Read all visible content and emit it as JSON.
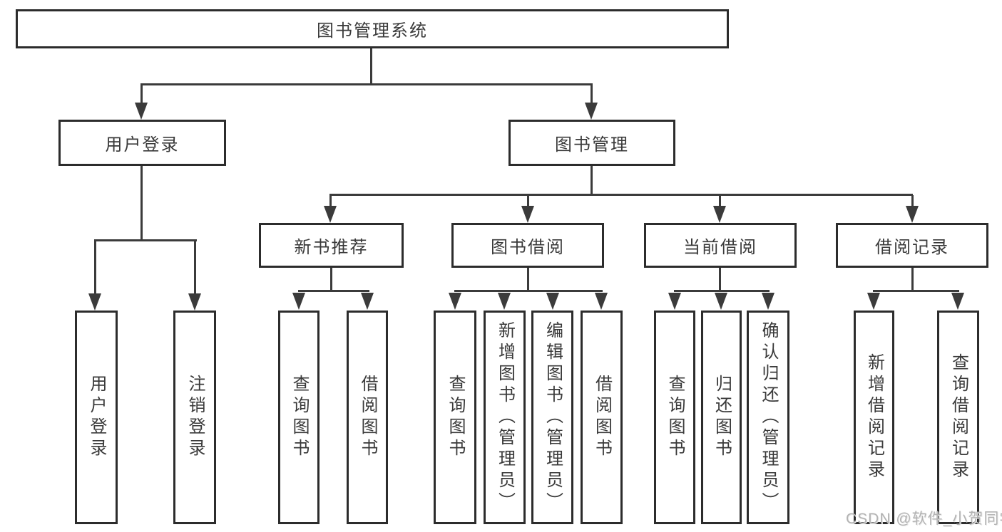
{
  "diagram": {
    "root": {
      "label": "图书管理系统"
    },
    "branches": [
      {
        "label": "用户登录",
        "children": [
          {
            "label": "用户登录"
          },
          {
            "label": "注销登录"
          }
        ]
      },
      {
        "label": "图书管理",
        "children": [
          {
            "label": "新书推荐",
            "children": [
              {
                "label": "查询图书"
              },
              {
                "label": "借阅图书"
              }
            ]
          },
          {
            "label": "图书借阅",
            "children": [
              {
                "label": "查询图书"
              },
              {
                "label": "新增图书（管理员）"
              },
              {
                "label": "编辑图书（管理员）"
              },
              {
                "label": "借阅图书"
              }
            ]
          },
          {
            "label": "当前借阅",
            "children": [
              {
                "label": "查询图书"
              },
              {
                "label": "归还图书"
              },
              {
                "label": "确认归还（管理员）"
              }
            ]
          },
          {
            "label": "借阅记录",
            "children": [
              {
                "label": "新增借阅记录"
              },
              {
                "label": "查询借阅记录"
              }
            ]
          }
        ]
      }
    ]
  },
  "watermark": "CSDN @软件_小贺同学",
  "colors": {
    "box_border": "#2c2c2c",
    "text": "#3a3a3a",
    "connector": "#3b3b3b",
    "background": "#ffffff",
    "watermark": "#b3b3b3"
  }
}
